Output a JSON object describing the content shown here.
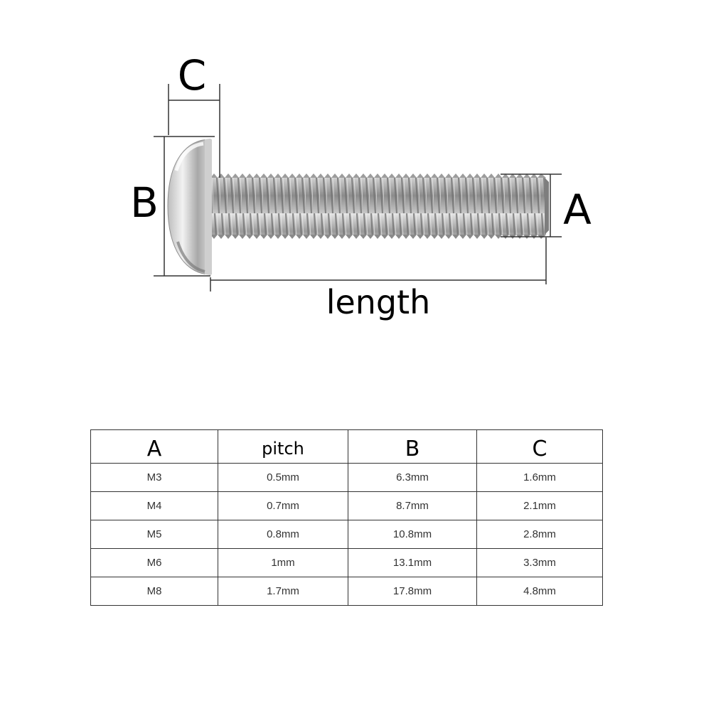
{
  "diagram": {
    "labels": {
      "a": "A",
      "b": "B",
      "c": "C",
      "length": "length"
    },
    "screw_finish_color": "#a9a9a9",
    "dimension_line_color": "#333333"
  },
  "table": {
    "headers": [
      "A",
      "pitch",
      "B",
      "C"
    ],
    "rows": [
      [
        "M3",
        "0.5mm",
        "6.3mm",
        "1.6mm"
      ],
      [
        "M4",
        "0.7mm",
        "8.7mm",
        "2.1mm"
      ],
      [
        "M5",
        "0.8mm",
        "10.8mm",
        "2.8mm"
      ],
      [
        "M6",
        "1mm",
        "13.1mm",
        "3.3mm"
      ],
      [
        "M8",
        "1.7mm",
        "17.8mm",
        "4.8mm"
      ]
    ]
  }
}
